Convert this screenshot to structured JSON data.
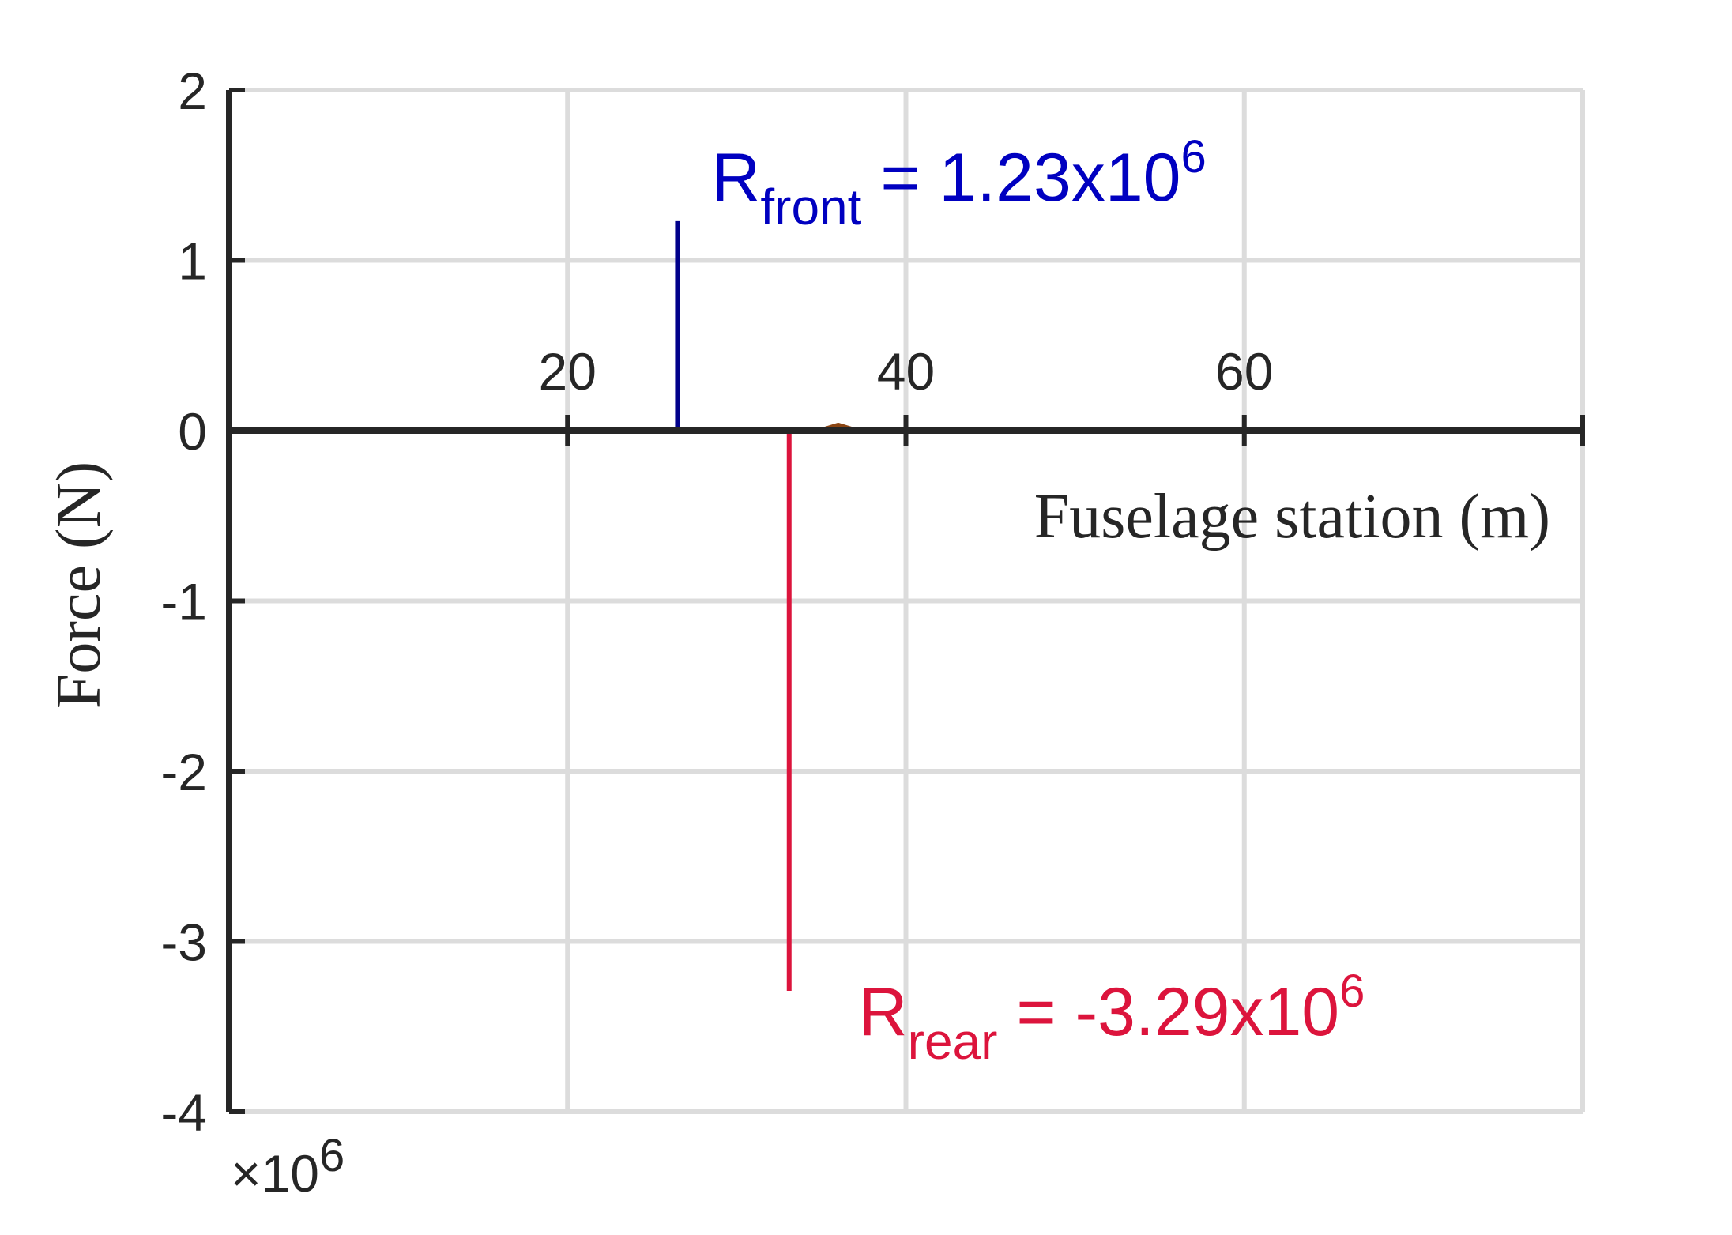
{
  "chart_data": {
    "type": "line",
    "xlabel": "Fuselage station (m)",
    "ylabel": "Force (N)",
    "xlim": [
      0,
      80
    ],
    "ylim": [
      -4,
      2
    ],
    "y_multiplier": "×10⁶",
    "y_multiplier_parts": {
      "prefix": "×10",
      "exponent": "6"
    },
    "x_ticks": [
      20,
      40,
      60
    ],
    "y_ticks": [
      2,
      1,
      0,
      -1,
      -2,
      -3,
      -4
    ],
    "grid": true,
    "x_axis_at_zero": true,
    "series": [
      {
        "type": "line",
        "color": "#8B4513",
        "x": [
          0,
          33,
          35,
          36,
          37,
          69
        ],
        "y": [
          0,
          0,
          0,
          0.03,
          0,
          0
        ]
      },
      {
        "type": "stem",
        "color": "#00008B",
        "x": 26.5,
        "y": 1.23
      },
      {
        "type": "stem",
        "color": "#DC143C",
        "x": 33.1,
        "y": -3.29
      }
    ],
    "annotations": [
      {
        "key": "front",
        "base": "R",
        "subscript": "front",
        "value": " = 1.23x10",
        "exponent": "6",
        "color": "#0000C0",
        "x": 28.5,
        "y": 1.35
      },
      {
        "key": "rear",
        "base": "R",
        "subscript": "rear",
        "value": " = -3.29x10",
        "exponent": "6",
        "color": "#DC143C",
        "x": 37.2,
        "y": -3.55
      }
    ]
  }
}
